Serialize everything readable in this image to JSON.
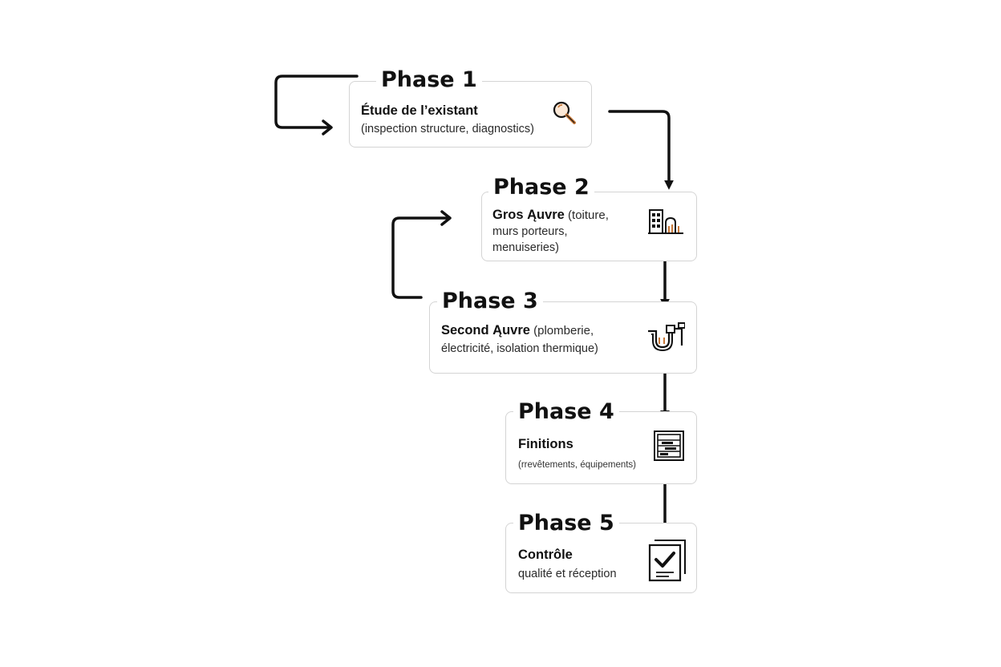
{
  "phases": [
    {
      "title": "Phase 1",
      "label": "Étude de l’existant",
      "rest": "",
      "lines": [
        "(inspection structure, diagnostics)"
      ],
      "icon": "magnifier-icon"
    },
    {
      "title": "Phase 2",
      "label": "Gros Ąuvre",
      "rest": " (toiture,",
      "lines": [
        "murs porteurs,",
        "menuiseries)"
      ],
      "icon": "building-icon"
    },
    {
      "title": "Phase 3",
      "label": "Second Ąuvre",
      "rest": " (plomberie,",
      "lines": [
        "électricité, isolation thermique)"
      ],
      "icon": "plumbing-icon"
    },
    {
      "title": "Phase 4",
      "label": "Finitions",
      "rest": "",
      "lines": [
        "(rrevêtements, équipements)"
      ],
      "icon": "finishes-panel-icon"
    },
    {
      "title": "Phase 5",
      "label": "Contrôle",
      "rest": "",
      "lines": [
        "qualité et réception"
      ],
      "icon": "checklist-icon"
    }
  ],
  "colors": {
    "box_border": "#d4d4d4",
    "arrow": "#111111",
    "icon_accent": "#c8793a"
  }
}
